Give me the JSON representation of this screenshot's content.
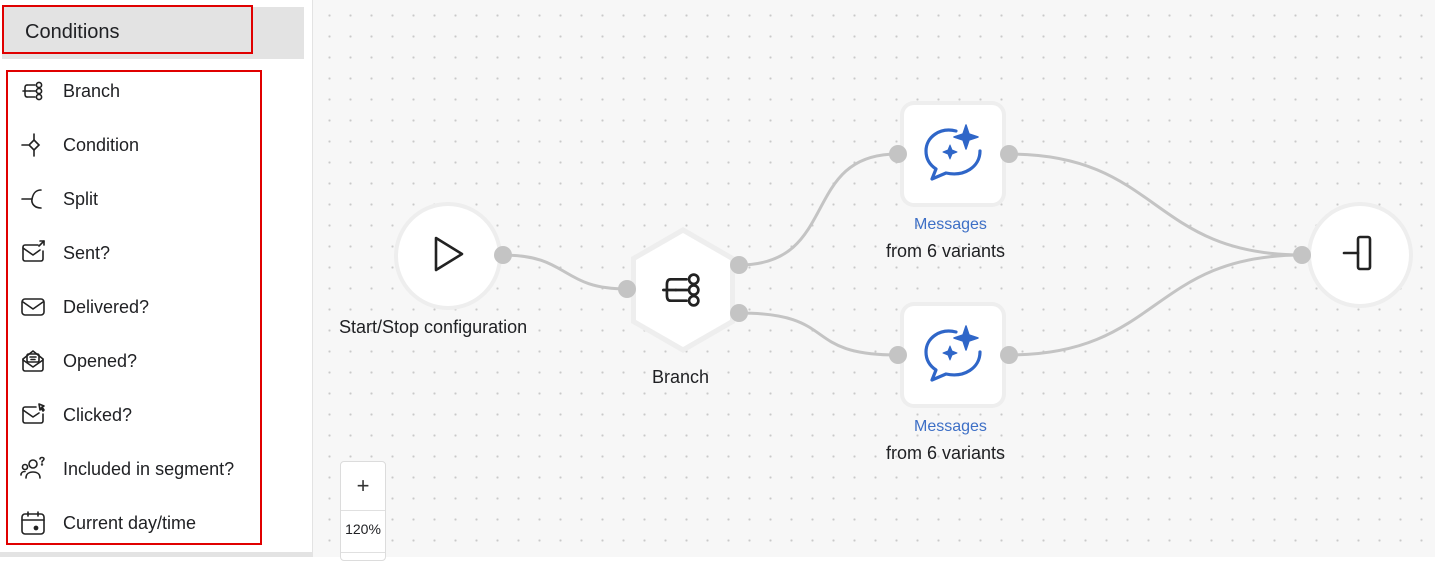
{
  "sidebar": {
    "section_title": "Conditions",
    "items": [
      {
        "label": "Branch",
        "icon": "branch-icon"
      },
      {
        "label": "Condition",
        "icon": "condition-icon"
      },
      {
        "label": "Split",
        "icon": "split-icon"
      },
      {
        "label": "Sent?",
        "icon": "sent-icon"
      },
      {
        "label": "Delivered?",
        "icon": "delivered-icon"
      },
      {
        "label": "Opened?",
        "icon": "opened-icon"
      },
      {
        "label": "Clicked?",
        "icon": "clicked-icon"
      },
      {
        "label": "Included in segment?",
        "icon": "segment-icon"
      },
      {
        "label": "Current day/time",
        "icon": "calendar-clock-icon"
      }
    ]
  },
  "canvas": {
    "start_node": {
      "label": "Start/Stop configuration",
      "icon": "play-icon"
    },
    "branch_node": {
      "label": "Branch",
      "icon": "branch-icon"
    },
    "message_nodes": [
      {
        "title": "Messages",
        "label": "from 6 variants",
        "icon": "ai-message-icon"
      },
      {
        "title": "Messages",
        "label": "from 6 variants",
        "icon": "ai-message-icon"
      }
    ],
    "end_node": {
      "icon": "exit-icon"
    }
  },
  "zoom": {
    "plus": "+",
    "level": "120%"
  },
  "colors": {
    "highlight": "#e00000",
    "accent": "#3d6fc6",
    "port": "#c4c4c4"
  }
}
